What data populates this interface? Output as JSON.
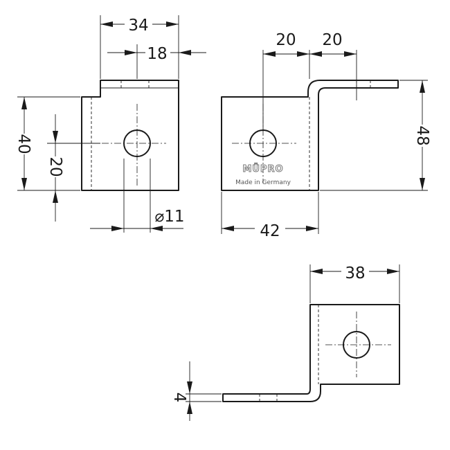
{
  "dimensions": {
    "top_left_width": "34",
    "top_left_hole_offset": "18",
    "left_height": "40",
    "left_hole_height": "20",
    "hole_diameter": "⌀11",
    "top_right_span_1": "20",
    "top_right_span_2": "20",
    "right_height": "48",
    "right_width": "42",
    "bottom_width": "38",
    "bottom_thickness": "4"
  },
  "marking": {
    "brand": "MÜPRO",
    "origin": "Made in Germany"
  }
}
